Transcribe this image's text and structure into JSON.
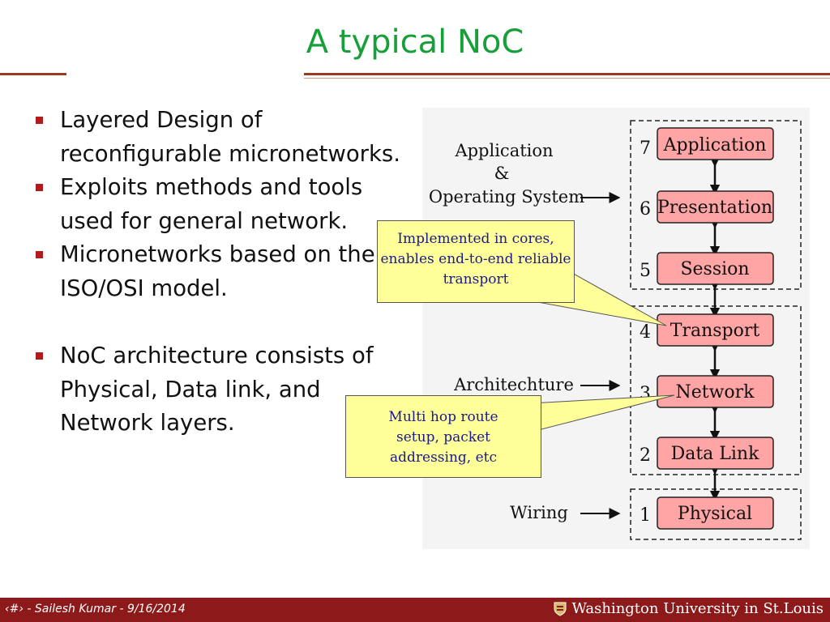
{
  "slide": {
    "title": "A typical NoC",
    "bullets": [
      "Layered Design of reconfigurable micronetworks.",
      "Exploits methods and tools used for general network.",
      "Micronetworks based on the ISO/OSI model.",
      "NoC architecture consists of Physical, Data link, and Network layers."
    ]
  },
  "diagram": {
    "layers": [
      {
        "num": "7",
        "name": "Application"
      },
      {
        "num": "6",
        "name": "Presentation"
      },
      {
        "num": "5",
        "name": "Session"
      },
      {
        "num": "4",
        "name": "Transport"
      },
      {
        "num": "3",
        "name": "Network"
      },
      {
        "num": "2",
        "name": "Data Link"
      },
      {
        "num": "1",
        "name": "Physical"
      }
    ],
    "side_labels": {
      "app_line1": "Application",
      "app_line2": "&",
      "app_line3": "Operating System",
      "architecture": "Architechture",
      "wiring": "Wiring"
    },
    "callouts": {
      "transport": "Implemented in cores, enables end-to-end reliable transport",
      "network": "Multi hop route setup, packet addressing, etc"
    },
    "colors": {
      "layer_fill": "#ffa5a5",
      "callout_fill": "#ffff99",
      "callout_text": "#1a1a8c"
    }
  },
  "footer": {
    "left": "‹#› - Sailesh Kumar - 9/16/2014",
    "right": "Washington University in St.Louis"
  },
  "colors": {
    "title": "#17a03a",
    "bullet": "#b01b1b",
    "footer_bg": "#8c1a1a",
    "rule": "#9b3a1e"
  }
}
